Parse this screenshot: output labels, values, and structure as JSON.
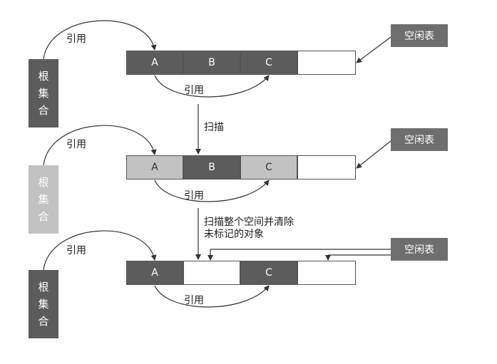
{
  "colors": {
    "dark": "#5c5c5c",
    "light": "#c2c2c2",
    "empty": "#ffffff",
    "freelist": "#6e6e6e",
    "line": "#333333"
  },
  "rows": [
    {
      "root_label": [
        "根",
        "集",
        "合"
      ],
      "root_color": "#5c5c5c",
      "blocks": [
        {
          "label": "A",
          "color": "#5c5c5c"
        },
        {
          "label": "B",
          "color": "#5c5c5c"
        },
        {
          "label": "C",
          "color": "#5c5c5c"
        },
        {
          "label": "",
          "color": "#ffffff"
        }
      ],
      "ref_top": "引用",
      "ref_bottom": "引用",
      "freelist": "空闲表"
    },
    {
      "root_label": [
        "根",
        "集",
        "合"
      ],
      "root_color": "#c2c2c2",
      "blocks": [
        {
          "label": "A",
          "color": "#c2c2c2"
        },
        {
          "label": "B",
          "color": "#5c5c5c"
        },
        {
          "label": "C",
          "color": "#c2c2c2"
        },
        {
          "label": "",
          "color": "#ffffff"
        }
      ],
      "ref_top": "引用",
      "ref_bottom": "引用",
      "freelist": "空闲表"
    },
    {
      "root_label": [
        "根",
        "集",
        "合"
      ],
      "root_color": "#5c5c5c",
      "blocks": [
        {
          "label": "A",
          "color": "#5c5c5c"
        },
        {
          "label": "",
          "color": "#ffffff"
        },
        {
          "label": "C",
          "color": "#5c5c5c"
        },
        {
          "label": "",
          "color": "#ffffff"
        }
      ],
      "ref_top": "引用",
      "ref_bottom": "引用",
      "freelist": "空闲表"
    }
  ],
  "steps": {
    "scan": "扫描",
    "sweep_line1": "扫描整个空间并清除",
    "sweep_line2": "未标记的对象"
  }
}
